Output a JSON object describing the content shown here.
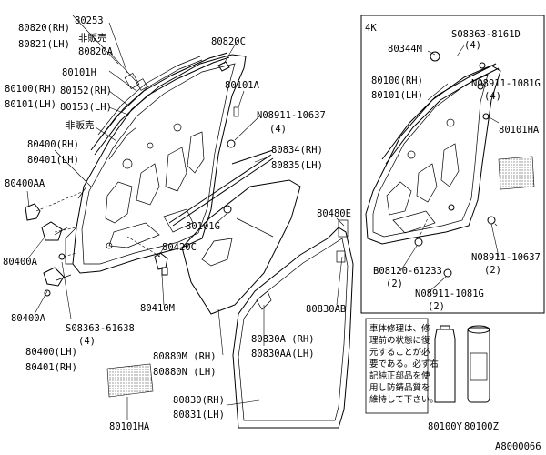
{
  "diagram_id": "A8000066",
  "variant_box_label": "4K",
  "labels": {
    "l80820": "80820(RH)",
    "l80821": "80821(LH)",
    "l80253": "80253",
    "l_nonsale1": "非販売",
    "l80820A": "80820A",
    "l80820C": "80820C",
    "l80101H": "80101H",
    "l80100": "80100(RH)",
    "l80101": "80101(LH)",
    "l80152": "80152(RH)",
    "l80153": "80153(LH)",
    "l_nonsale2": "非販売",
    "l80101A": "80101A",
    "l08911_10637a": "N08911-10637",
    "l08911_10637a_q": "(4)",
    "l80400": "80400(RH)",
    "l80401": "80401(LH)",
    "l80834": "80834(RH)",
    "l80835": "80835(LH)",
    "l80400AA": "80400AA",
    "l80101G": "80101G",
    "l80420C": "80420C",
    "l80400A_1": "80400A",
    "l80410M": "80410M",
    "l80400A_2": "80400A",
    "l08363_61638": "S08363-61638",
    "l08363_61638_q": "(4)",
    "l80400_lh": "80400(LH)",
    "l80401_rh": "80401(RH)",
    "l80880M": "80880M (RH)",
    "l80880N": "80880N (LH)",
    "l80101HA_1": "80101HA",
    "l80830": "80830(RH)",
    "l80831": "80831(LH)",
    "l80480E": "80480E",
    "l80830AB": "80830AB",
    "l80830A": "80830A (RH)",
    "l80830AA": "80830AA(LH)",
    "k80344M": "80344M",
    "k08363_8161D": "S08363-8161D",
    "k08363_8161D_q": "(4)",
    "k80100": "80100(RH)",
    "k80101": "80101(LH)",
    "k08911_1081Ga": "N08911-1081G",
    "k08911_1081Ga_q": "(4)",
    "k80101HA": "80101HA",
    "k08911_10637": "N08911-10637",
    "k08911_10637_q": "(2)",
    "k08120_61233": "B08120-61233",
    "k08120_61233_q": "(2)",
    "k08911_1081Gb": "N08911-1081G",
    "k08911_1081Gb_q": "(2)",
    "l80100Y": "80100Y",
    "l80100Z": "80100Z"
  },
  "note": {
    "lines": [
      "車体修理は、修",
      "理前の状態に復",
      "元することが必",
      "要である。必ず右",
      "記純正部品を使",
      "用し防錆品質を",
      "維持して下さい。"
    ]
  }
}
